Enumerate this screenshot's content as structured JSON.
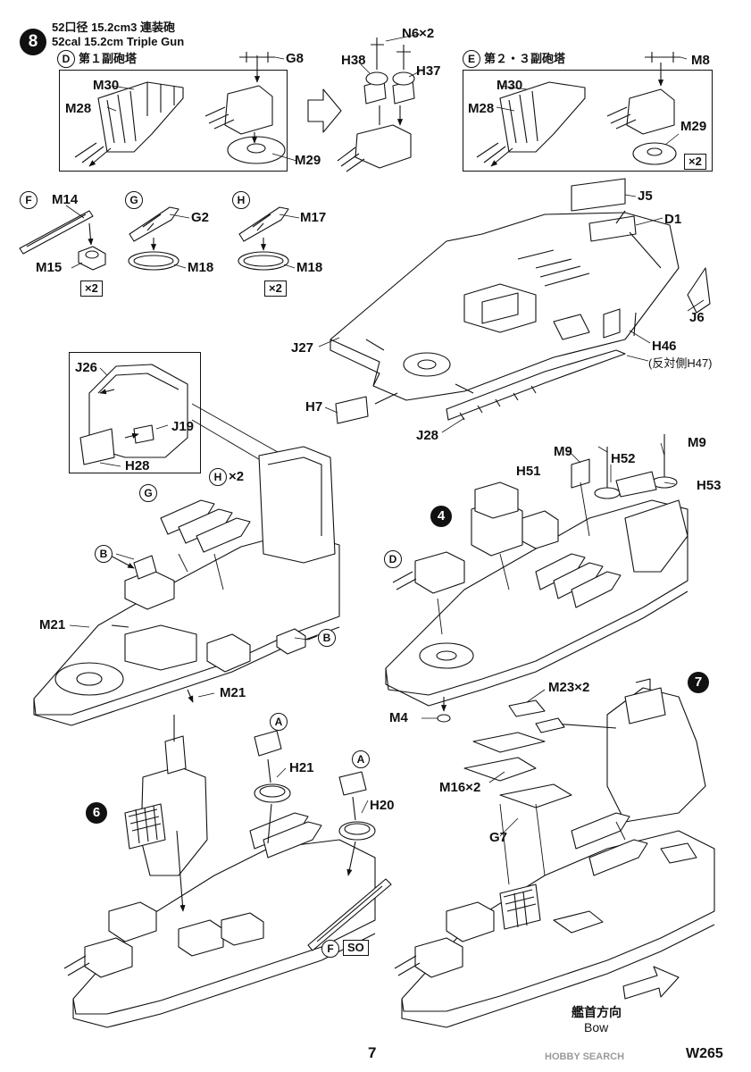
{
  "step": {
    "number": "8",
    "title_jp": "52口径 15.2cm3 連装砲",
    "title_en": "52cal 15.2cm Triple Gun"
  },
  "sub_d": {
    "marker": "D",
    "label": "第１副砲塔"
  },
  "sub_e": {
    "marker": "E",
    "label": "第２・３副砲塔"
  },
  "marker_f": "F",
  "marker_g": "G",
  "marker_h": "H",
  "marker_b": "B",
  "marker_a": "A",
  "marker_4": "4",
  "marker_6": "6",
  "marker_7": "7",
  "parts": {
    "g8": "G8",
    "m30": "M30",
    "m28": "M28",
    "m29": "M29",
    "n6": "N6×2",
    "h38": "H38",
    "h37": "H37",
    "m8": "M8",
    "m14": "M14",
    "m15": "M15",
    "g2": "G2",
    "m18": "M18",
    "m17": "M17",
    "j5": "J5",
    "d1": "D1",
    "j6": "J6",
    "j27": "J27",
    "h46": "H46",
    "h47_note": "(反対側H47)",
    "h7": "H7",
    "j28": "J28",
    "j26": "J26",
    "j19": "J19",
    "h28": "H28",
    "hx2": "×2",
    "m21": "M21",
    "m9": "M9",
    "h51": "H51",
    "h52": "H52",
    "h53": "H53",
    "m4": "M4",
    "m23": "M23×2",
    "m16": "M16×2",
    "g7": "G7",
    "h21": "H21",
    "h20": "H20"
  },
  "qty": {
    "x2": "×2",
    "so": "SO"
  },
  "bow": {
    "jp": "艦首方向",
    "en": "Bow"
  },
  "footer": {
    "page": "7",
    "code": "W265",
    "watermark": "HOBBY SEARCH"
  }
}
